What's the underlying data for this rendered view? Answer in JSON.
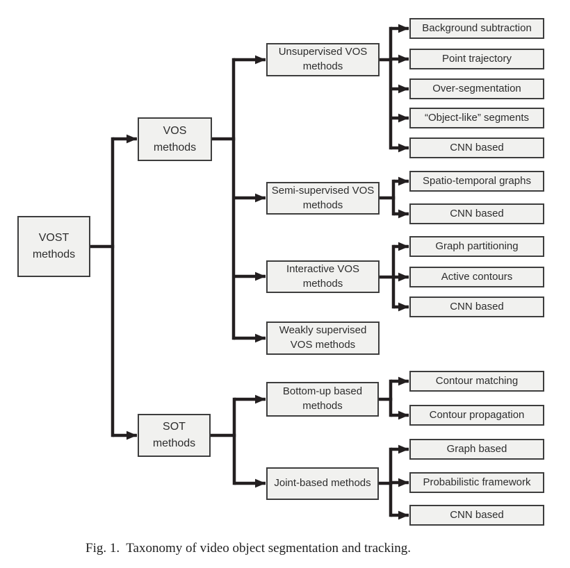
{
  "figure": {
    "caption": "Fig. 1.  Taxonomy of video object segmentation and tracking."
  },
  "colors": {
    "node_fill": "#f1f1ef",
    "node_border": "#3d3d3d",
    "connector_line": "#231f20",
    "text": "#2d2d2d",
    "background": "#ffffff"
  },
  "taxonomy": {
    "root": {
      "label": "VOST\nmethods",
      "children": [
        {
          "label": "VOS\nmethods",
          "children": [
            {
              "label": "Unsupervised VOS\nmethods",
              "children": [
                {
                  "label": "Background subtraction"
                },
                {
                  "label": "Point trajectory"
                },
                {
                  "label": "Over-segmentation"
                },
                {
                  "label": "“Object-like” segments"
                },
                {
                  "label": "CNN based"
                }
              ]
            },
            {
              "label": "Semi-supervised VOS\nmethods",
              "children": [
                {
                  "label": "Spatio-temporal graphs"
                },
                {
                  "label": "CNN based"
                }
              ]
            },
            {
              "label": "Interactive VOS\nmethods",
              "children": [
                {
                  "label": "Graph partitioning"
                },
                {
                  "label": "Active contours"
                },
                {
                  "label": "CNN based"
                }
              ]
            },
            {
              "label": "Weakly supervised\nVOS methods",
              "children": []
            }
          ]
        },
        {
          "label": "SOT\nmethods",
          "children": [
            {
              "label": "Bottom-up based\nmethods",
              "children": [
                {
                  "label": "Contour matching"
                },
                {
                  "label": "Contour propagation"
                }
              ]
            },
            {
              "label": "Joint-based methods",
              "children": [
                {
                  "label": "Graph based"
                },
                {
                  "label": "Probabilistic framework"
                },
                {
                  "label": "CNN based"
                }
              ]
            }
          ]
        }
      ]
    }
  }
}
